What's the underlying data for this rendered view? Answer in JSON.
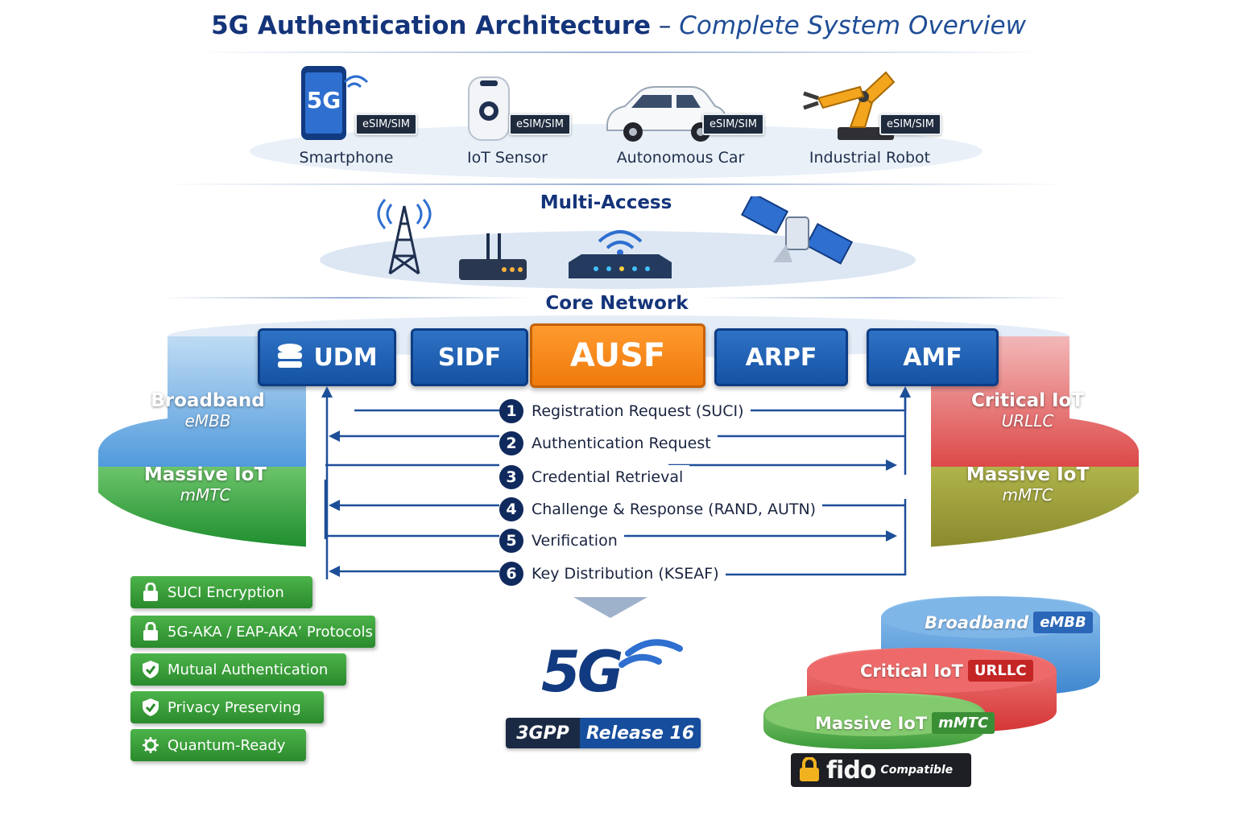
{
  "header": {
    "title": "5G Authentication Architecture",
    "separator": "–",
    "subtitle": "Complete System Overview"
  },
  "devices": [
    {
      "label": "Smartphone",
      "chip": "eSIM/SIM",
      "icon": "smartphone-icon",
      "screen_text": "5G"
    },
    {
      "label": "IoT Sensor",
      "chip": "eSIM/SIM",
      "icon": "iot-sensor-icon"
    },
    {
      "label": "Autonomous Car",
      "chip": "eSIM/SIM",
      "icon": "car-icon"
    },
    {
      "label": "Industrial Robot",
      "chip": "eSIM/SIM",
      "icon": "robot-arm-icon"
    }
  ],
  "access": {
    "label": "Multi-Access",
    "icons": [
      "cell-tower-icon",
      "router-icon",
      "wifi-router-icon",
      "satellite-icon"
    ]
  },
  "core": {
    "label": "Core Network",
    "functions": [
      {
        "label": "UDM",
        "icon": "database-icon"
      },
      {
        "label": "SIDF"
      },
      {
        "label": "AUSF",
        "highlight": true
      },
      {
        "label": "ARPF"
      },
      {
        "label": "AMF"
      }
    ]
  },
  "flow_steps": [
    {
      "num": "1",
      "label": "Registration Request (SUCI)"
    },
    {
      "num": "2",
      "label": "Authentication Request"
    },
    {
      "num": "3",
      "label": "Credential Retrieval"
    },
    {
      "num": "4",
      "label": "Challenge & Response (RAND, AUTN)"
    },
    {
      "num": "5",
      "label": "Verification"
    },
    {
      "num": "6",
      "label": "Key Distribution (KSEAF)"
    }
  ],
  "slices_left": [
    {
      "l1": "Broadband",
      "l2": "eMBB"
    },
    {
      "l1": "Massive IoT",
      "l2": "mMTC"
    }
  ],
  "slices_right": [
    {
      "l1": "Critical IoT",
      "l2": "URLLC"
    },
    {
      "l1": "Massive IoT",
      "l2": "mMTC"
    }
  ],
  "features": [
    {
      "label": "SUCI Encryption",
      "icon": "lock-icon"
    },
    {
      "label": "5G-AKA / EAP-AKA’ Protocols",
      "icon": "lock-icon"
    },
    {
      "label": "Mutual Authentication",
      "icon": "shield-check-icon"
    },
    {
      "label": "Privacy Preserving",
      "icon": "shield-check-icon"
    },
    {
      "label": "Quantum-Ready",
      "icon": "gear-icon"
    }
  ],
  "logo": {
    "text": "5G",
    "badge_left": "3GPP",
    "badge_right": "Release 16"
  },
  "stack": [
    {
      "name": "Broadband",
      "tag": "eMBB"
    },
    {
      "name": "Critical IoT",
      "tag": "URLLC"
    },
    {
      "name": "Massive IoT",
      "tag": "mMTC"
    }
  ],
  "fido": {
    "logo": "fido",
    "text": "Compatible"
  },
  "colors": {
    "primary": "#14347a",
    "function_blue": "#1552a4",
    "ausf_orange": "#ef7a0b",
    "feature_green": "#2a8a2c",
    "embb_blue": "#4f95d6",
    "urllc_red": "#e04848",
    "mmtc_green": "#4aae4a"
  }
}
